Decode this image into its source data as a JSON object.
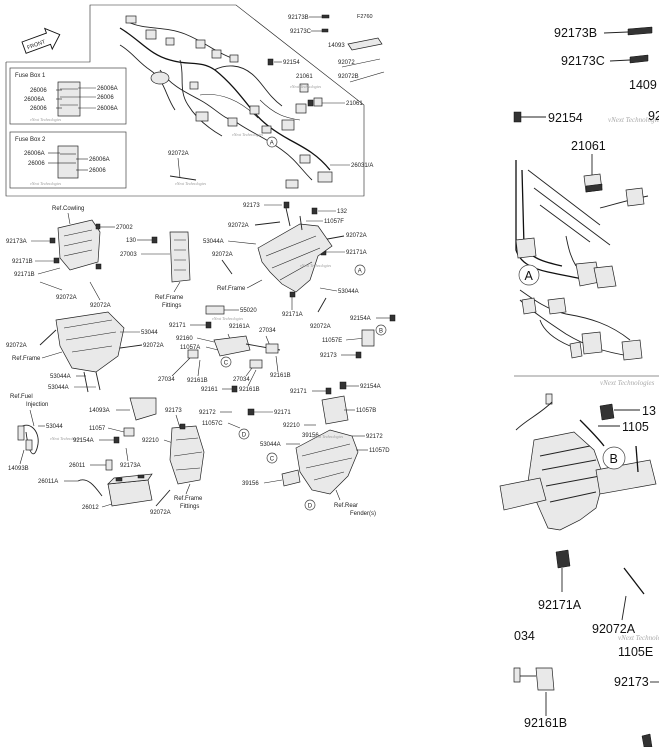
{
  "diagram": {
    "front_label": "FRONT",
    "ref_code": "F2760",
    "overview": {
      "fuse_box_1": {
        "title": "Fuse Box 1",
        "left_labels": [
          "26006",
          "26006A",
          "26006"
        ],
        "right_labels": [
          "26006A",
          "26006",
          "26006A"
        ]
      },
      "fuse_box_2": {
        "title": "Fuse Box 2",
        "left_labels": [
          "26006A",
          "26006"
        ],
        "right_labels": [
          "26006A",
          "26006"
        ]
      },
      "harness_labels": {
        "p92173B": "92173B",
        "p92173C": "92173C",
        "p14093": "14093",
        "p92154": "92154",
        "p92072": "92072",
        "p21061a": "21061",
        "p92072B": "92072B",
        "p21061b": "21061",
        "p92072A": "92072A",
        "p26031A": "26031/A",
        "callout_A": "A"
      },
      "cowling": {
        "ref": "Ref.Cowling",
        "p27002": "27002",
        "p92173A": "92173A",
        "p92171B_1": "92171B",
        "p92171B_2": "92171B",
        "p92072A_1": "92072A",
        "p92072A_2": "92072A"
      },
      "frame_top": {
        "p130": "130",
        "p27003": "27003",
        "ref_fittings_1": "Ref.Frame",
        "ref_fittings_2": "Fittings",
        "p92173": "92173",
        "p132": "132",
        "p11057F": "11057F",
        "p92072A_a": "92072A",
        "p53044A": "53044A",
        "p92072A_b": "92072A",
        "p92072A_c": "92072A",
        "p92171A": "92171A",
        "ref_frame": "Ref.Frame",
        "p53044A_b": "53044A",
        "p92171A_b": "92171A",
        "p92072A_d": "92072A",
        "callout_B": "B",
        "callout_A": "A"
      },
      "left_mid": {
        "p92072A": "92072A",
        "p53044": "53044",
        "p92072A_b": "92072A",
        "ref_frame": "Ref.Frame",
        "p53044A_a": "53044A",
        "p53044A_b": "53044A"
      },
      "center_mid": {
        "p55020": "55020",
        "p92171": "92171",
        "p92161A": "92161A",
        "p27034_a": "27034",
        "p92160": "92160",
        "p11057A": "11057A",
        "p27034_b": "27034",
        "p92161B_a": "92161B",
        "p27034_c": "27034",
        "p92161B_b": "92161B",
        "p92161B_c": "92161B",
        "p92161": "92161",
        "p92154A": "92154A",
        "p11057E": "11057E",
        "p92173": "92173",
        "callout_C": "C",
        "callout_B": "B"
      },
      "fuel": {
        "ref_1": "Ref.Fuel",
        "ref_2": "Injection",
        "p53044": "53044",
        "p14093B": "14093B"
      },
      "lower": {
        "p14093A": "14093A",
        "p11057": "11057",
        "p92154A": "92154A",
        "p92173A": "92173A",
        "p92173": "92173",
        "p92210": "92210",
        "p26011": "26011",
        "p26011A": "26011A",
        "p26012": "26012",
        "p92072A": "92072A",
        "ref_fittings_1": "Ref.Frame",
        "ref_fittings_2": "Fittings",
        "p92172": "92172",
        "p92171": "92171",
        "p11057C": "11057C",
        "p92210_b": "92210",
        "p39156": "39156",
        "p53044A": "53044A",
        "p39156_b": "39156",
        "p92171_b": "92171",
        "p92154A_b": "92154A",
        "p11057B": "11057B",
        "p92172_b": "92172",
        "p11057D": "11057D",
        "ref_rear_1": "Ref.Rear",
        "ref_rear_2": "Fender(s)",
        "callout_D": "D",
        "callout_C": "C",
        "callout_D2": "D"
      }
    },
    "zoom": {
      "p92173B": "92173B",
      "p92173C": "92173C",
      "p1409": "1409",
      "p92154": "92154",
      "p21061": "21061",
      "p92": "92",
      "callout_A": "A",
      "callout_B": "B",
      "p13": "13",
      "p1105": "1105",
      "p92171A": "92171A",
      "p92072A": "92072A",
      "p1105E": "1105E",
      "p034": "034",
      "p92173": "92173",
      "p92161B": "92161B"
    },
    "watermark": "vNext Technologies"
  }
}
